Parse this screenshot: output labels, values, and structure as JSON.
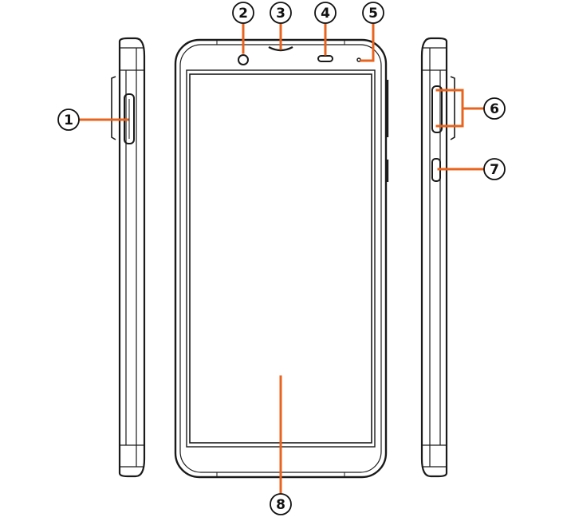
{
  "callouts": [
    {
      "id": "1",
      "label": "1"
    },
    {
      "id": "2",
      "label": "2"
    },
    {
      "id": "3",
      "label": "3"
    },
    {
      "id": "4",
      "label": "4"
    },
    {
      "id": "5",
      "label": "5"
    },
    {
      "id": "6",
      "label": "6"
    },
    {
      "id": "7",
      "label": "7"
    },
    {
      "id": "8",
      "label": "8"
    }
  ],
  "colors": {
    "leader": "#e8641e",
    "outline": "#1a1a1a",
    "background": "#ffffff"
  }
}
